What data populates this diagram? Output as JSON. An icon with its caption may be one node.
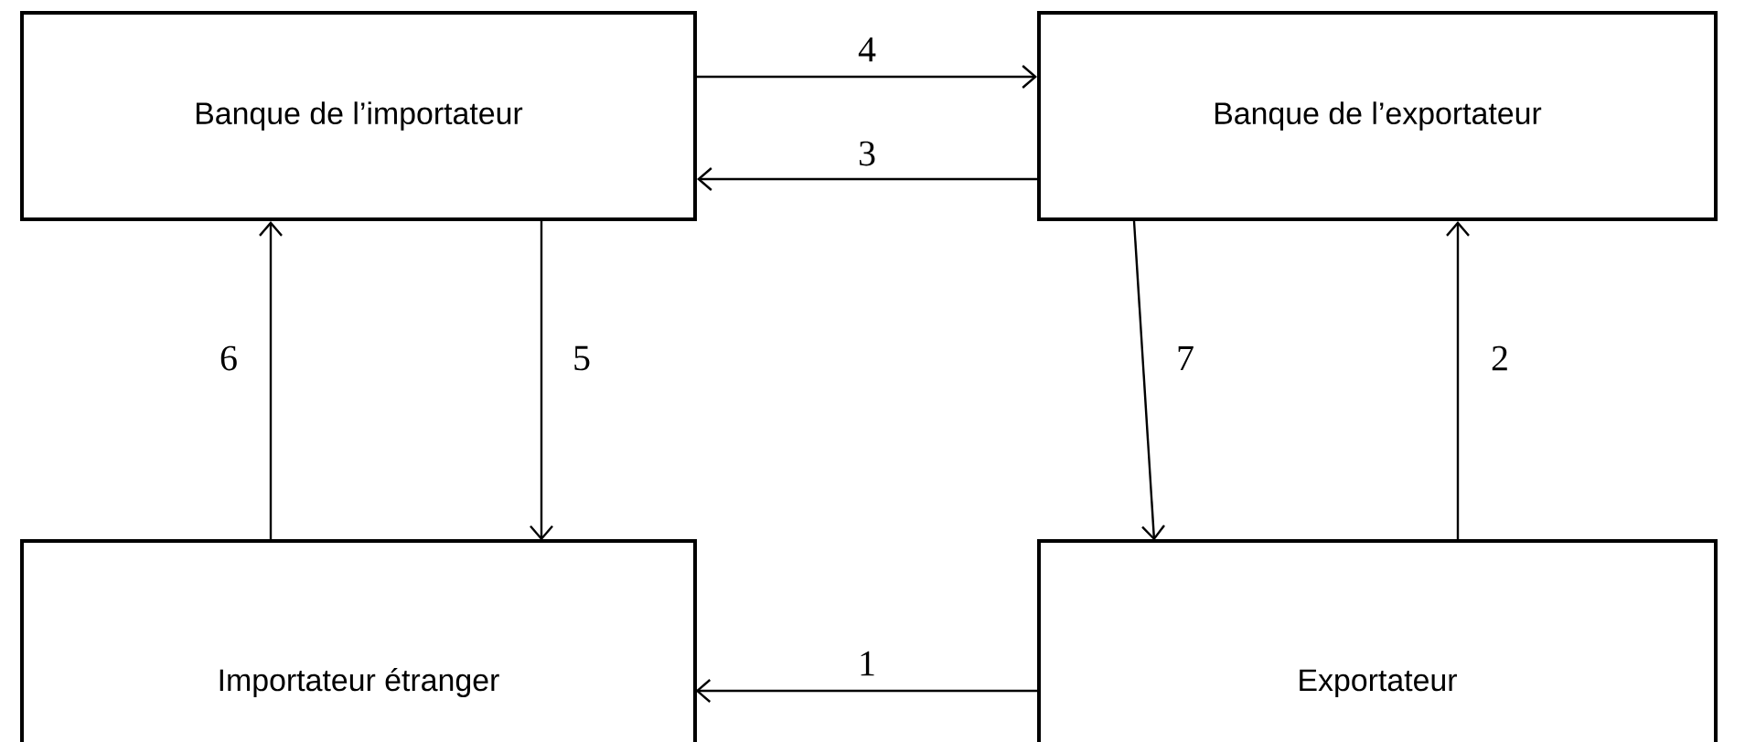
{
  "diagram": {
    "nodes": [
      {
        "text": [
          "Banque de l’importateur"
        ]
      },
      {
        "text": [
          "Banque de l’exportateur"
        ]
      },
      {
        "text": [
          "Importateur étranger"
        ]
      },
      {
        "text": [
          "Exportateur"
        ]
      }
    ],
    "edges": [
      {
        "from": 3,
        "to": 2,
        "arrow": "to",
        "label": "1"
      },
      {
        "from": 3,
        "to": 1,
        "arrow": "to",
        "label": "2"
      },
      {
        "from": 1,
        "to": 0,
        "arrow": "to",
        "label": "3"
      },
      {
        "from": 0,
        "to": 1,
        "arrow": "to",
        "label": "4"
      },
      {
        "from": 0,
        "to": 2,
        "arrow": "to",
        "label": "5"
      },
      {
        "from": 2,
        "to": 0,
        "arrow": "to",
        "label": "6"
      },
      {
        "from": 1,
        "to": 3,
        "arrow": "to",
        "label": "7"
      }
    ]
  }
}
